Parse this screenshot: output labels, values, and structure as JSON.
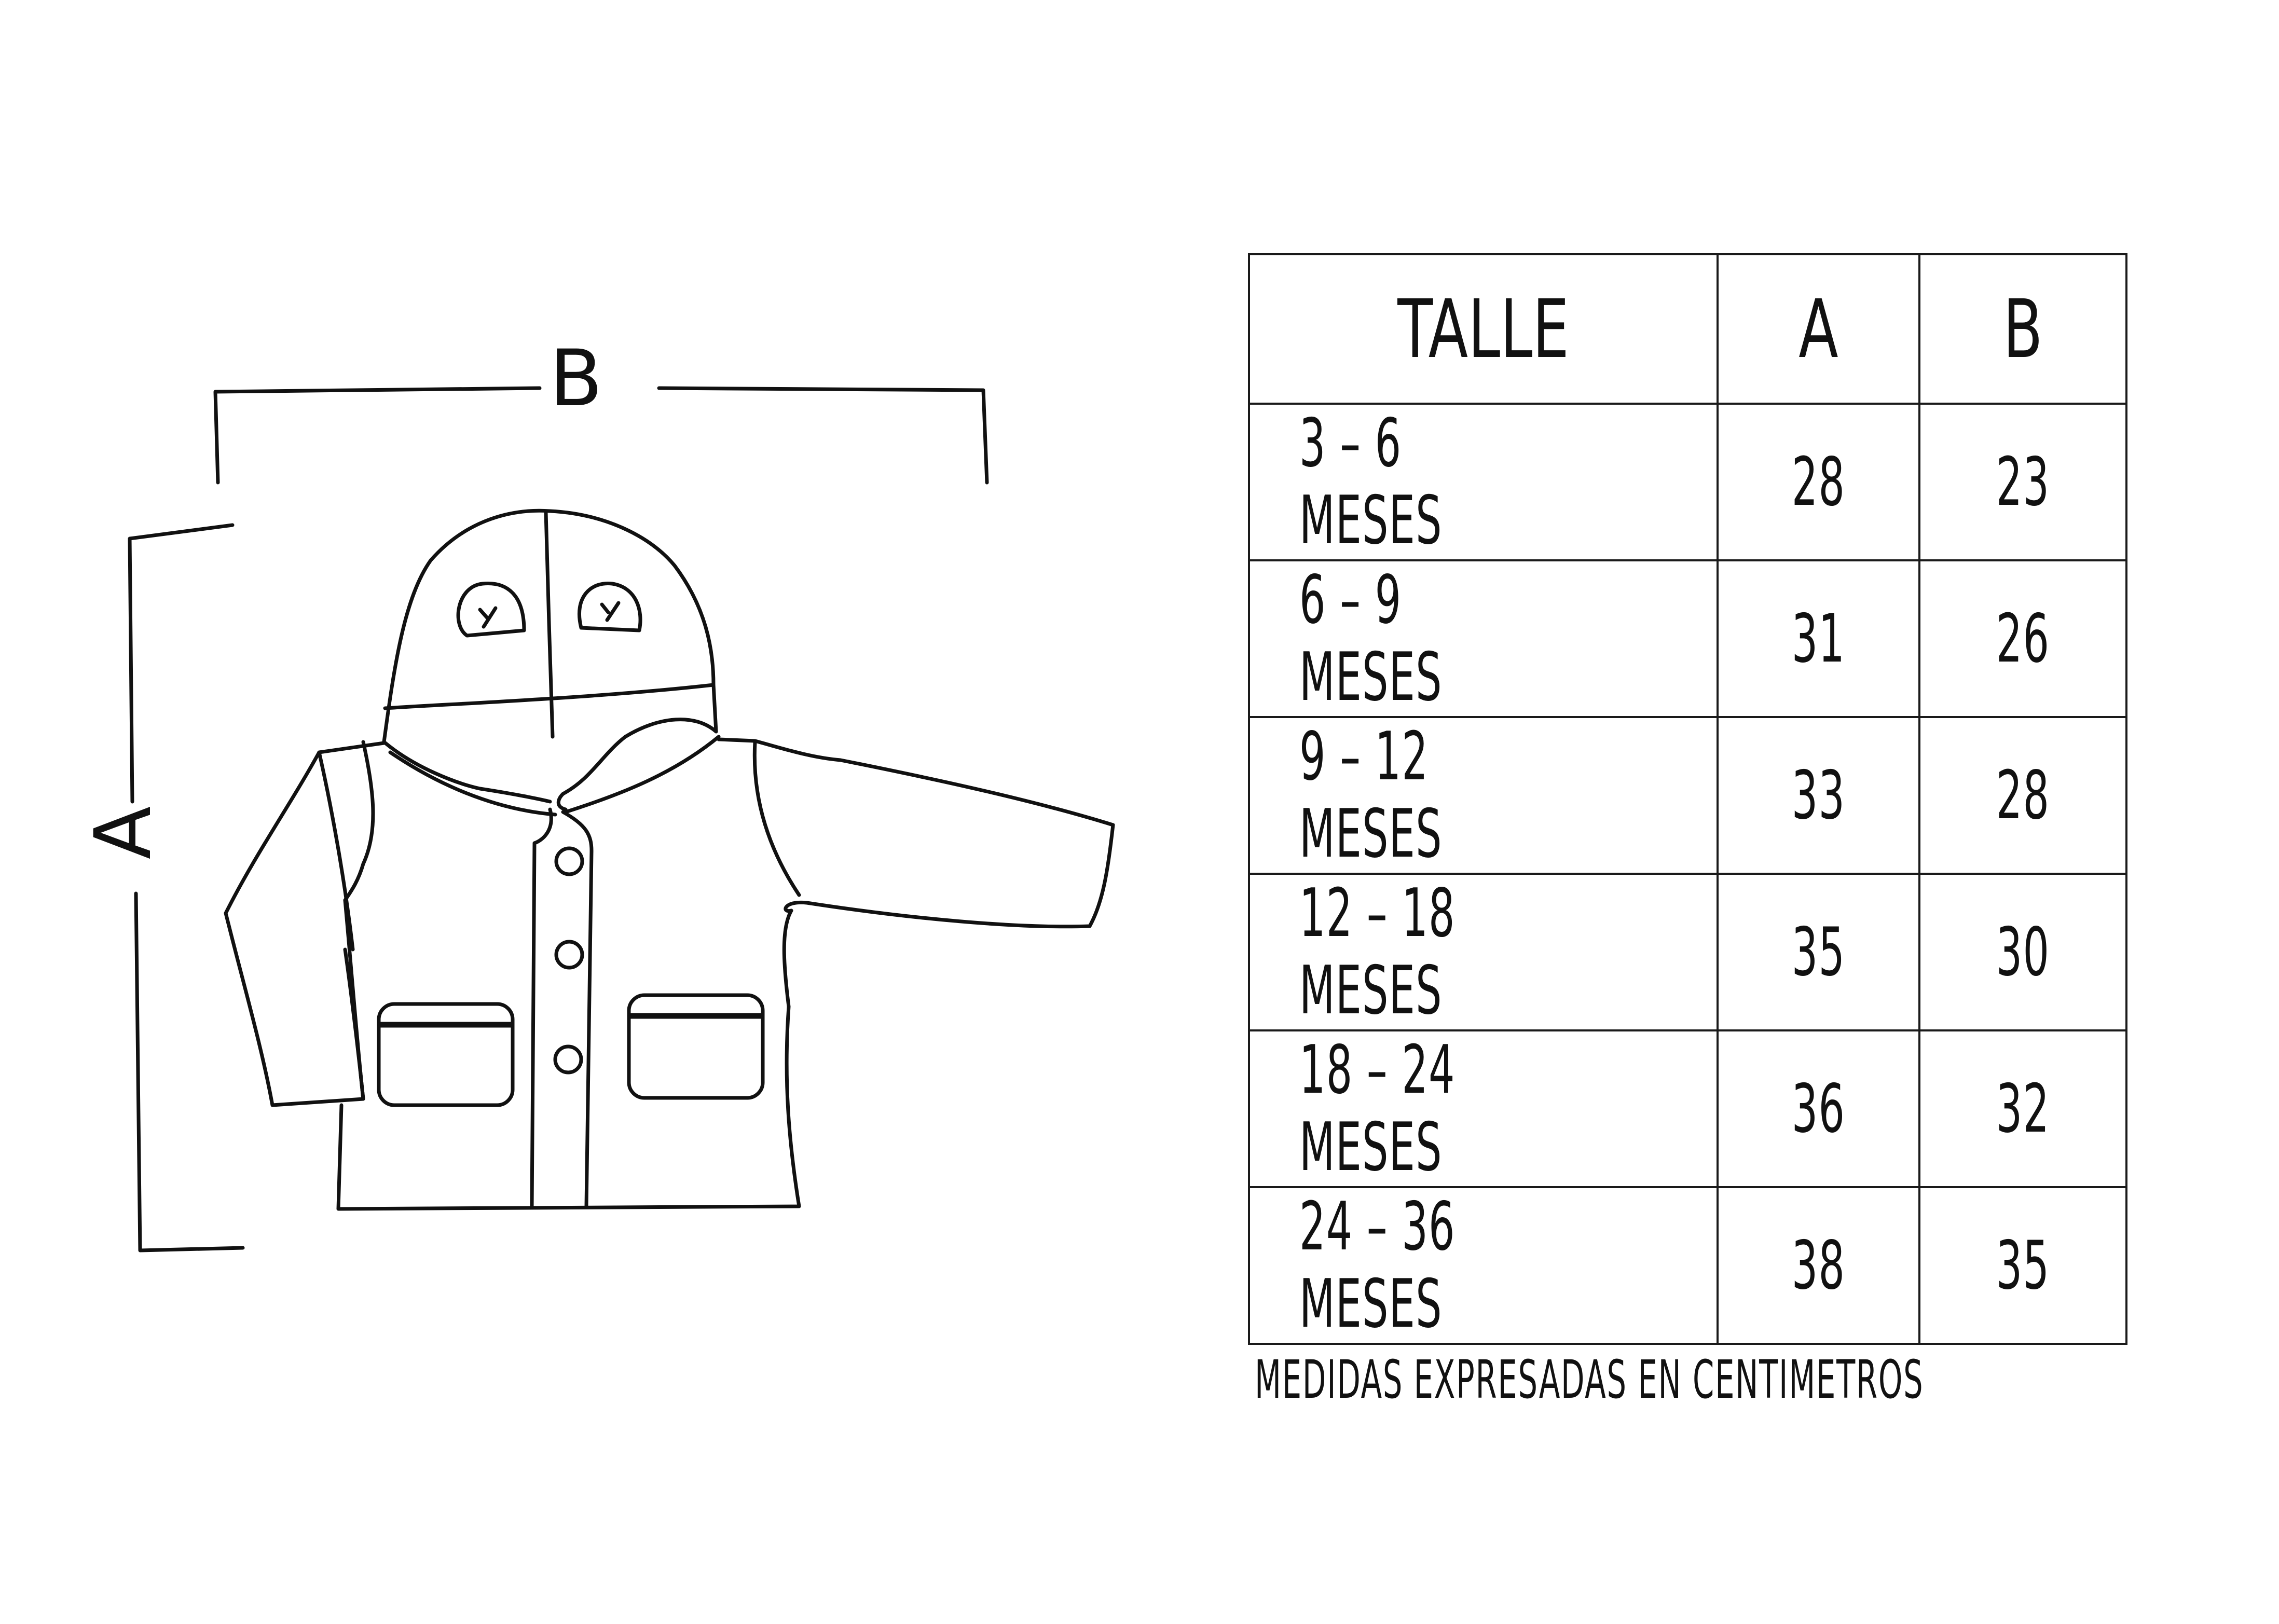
{
  "dimensions": {
    "width_label": "B",
    "length_label": "A"
  },
  "table": {
    "headers": [
      "TALLE",
      "A",
      "B"
    ],
    "rows": [
      {
        "talle": "3 – 6  MESES",
        "a": "28",
        "b": "23"
      },
      {
        "talle": "6 – 9  MESES",
        "a": "31",
        "b": "26"
      },
      {
        "talle": "9 – 12 MESES",
        "a": "33",
        "b": "28"
      },
      {
        "talle": "12 – 18 MESES",
        "a": "35",
        "b": "30"
      },
      {
        "talle": "18 – 24 MESES",
        "a": "36",
        "b": "32"
      },
      {
        "talle": "24 – 36 MESES",
        "a": "38",
        "b": "35"
      }
    ]
  },
  "footnote": "MEDIDAS EXPRESADAS EN CENTIMETROS"
}
